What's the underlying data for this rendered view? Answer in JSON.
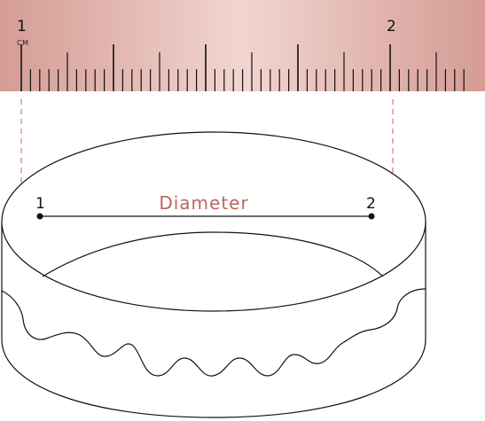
{
  "ruler": {
    "start_label": "1",
    "end_label": "2",
    "unit": "CM"
  },
  "measurement": {
    "label": "Diameter",
    "start_point": "1",
    "end_point": "2"
  },
  "colors": {
    "ruler_edge": "#d49c94",
    "ruler_center": "#f2d5d0",
    "accent": "#c0645c",
    "guide": "#d9867c",
    "stroke": "#111111"
  }
}
